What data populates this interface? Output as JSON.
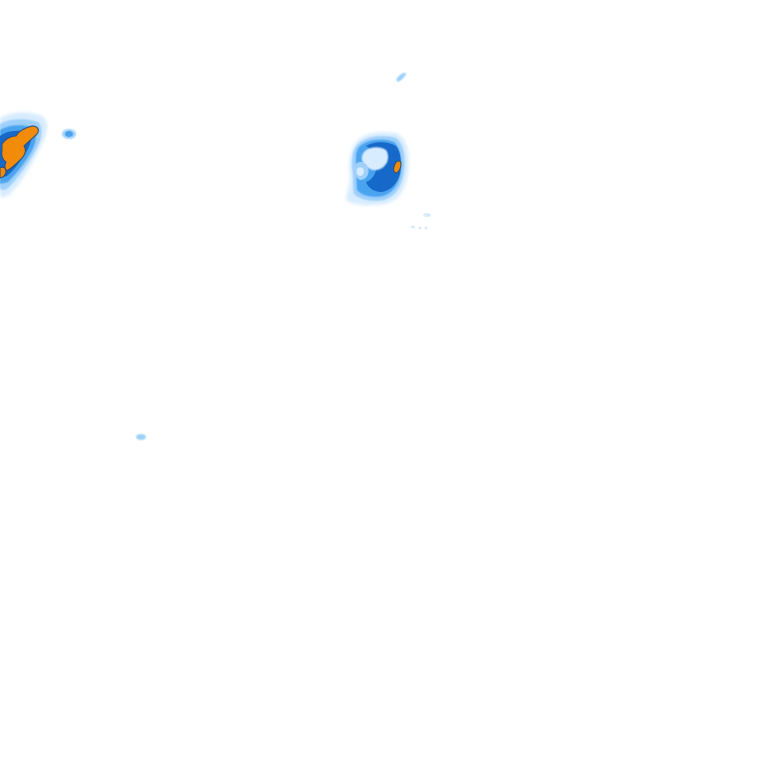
{
  "map": {
    "layer": "precipitation-radar",
    "background_color": "#ffffff",
    "intensity_colors": {
      "very_light": "#d7ecff",
      "light": "#9fd0fb",
      "moderate": "#4aa3ef",
      "heavy": "#1668c9",
      "intense": "#f28a0a",
      "intense_outline": "#2a4f7a"
    },
    "cells": [
      {
        "id": "west-storm-cell",
        "max_intensity": "intense"
      },
      {
        "id": "central-storm-cell",
        "max_intensity": "intense"
      },
      {
        "id": "small-echo-west",
        "max_intensity": "moderate"
      },
      {
        "id": "small-echo-north",
        "max_intensity": "light"
      },
      {
        "id": "small-echo-southwest",
        "max_intensity": "light"
      },
      {
        "id": "scattered-echoes-central",
        "max_intensity": "very_light"
      }
    ]
  }
}
